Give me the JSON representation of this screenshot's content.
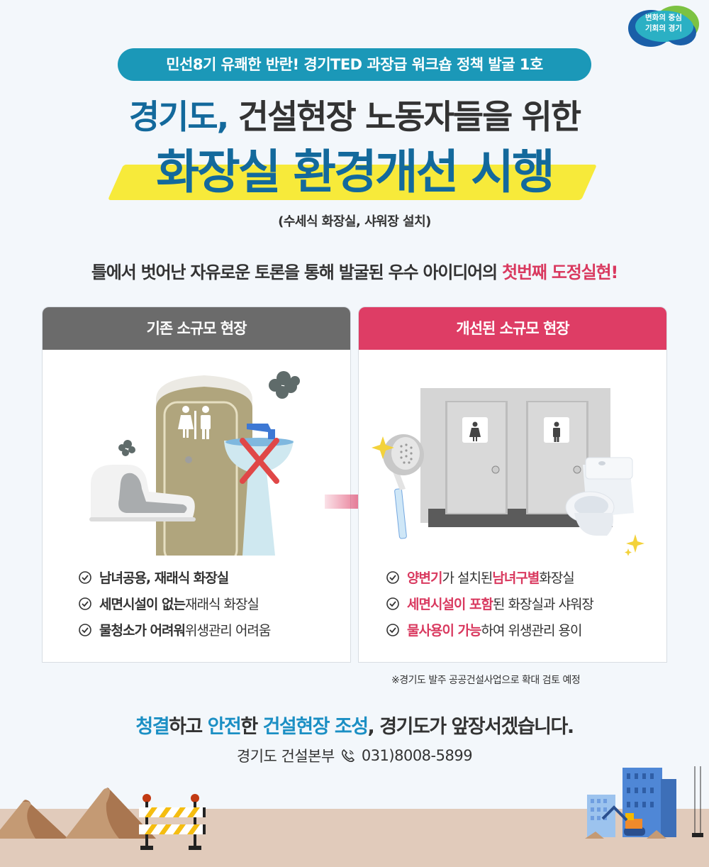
{
  "logo": {
    "line1": "변화의 중심",
    "line2": "기회의 경기",
    "colors": [
      "#1a5fa8",
      "#2bb0c4",
      "#7cc242"
    ]
  },
  "header": {
    "pill_text": "민선8기 유쾌한 반란! 경기TED 과장급 워크숍 정책 발굴 1호",
    "title_line1_blue": "경기도,",
    "title_line1_rest": " 건설현장 노동자들을 위한",
    "title_line2": "화장실 환경개선 시행",
    "subtitle": "(수세식 화장실, 샤워장 설치)"
  },
  "tagline": {
    "normal": "틀에서 벗어난 자유로운 토론을 통해 발굴된 우수 아이디어의 ",
    "highlight": "첫번째 도정실현!"
  },
  "cards": {
    "before": {
      "title": "기존 소규모 현장",
      "items": [
        {
          "bold": "남녀공용, 재래식 화장실",
          "normal": ""
        },
        {
          "bold": "세면시설이 없는",
          "normal": " 재래식 화장실"
        },
        {
          "bold": "물청소가 어려워",
          "normal": " 위생관리 어려움"
        }
      ]
    },
    "after": {
      "title": "개선된 소규모 현장",
      "items": [
        {
          "pink1": "양변기",
          "normal1": "가 설치된 ",
          "pink2": "남녀구별",
          "normal2": " 화장실"
        },
        {
          "pink1": "세면시설이 포함",
          "normal1": "된 화장실과 샤워장",
          "pink2": "",
          "normal2": ""
        },
        {
          "pink1": "물사용이 가능",
          "normal1": "하여 위생관리 용이",
          "pink2": "",
          "normal2": ""
        }
      ]
    }
  },
  "note": "※경기도 발주 공공건설사업으로 확대 검토 예정",
  "closing": {
    "blue1": "청결",
    "text1": "하고 ",
    "blue2": "안전",
    "text2": "한 ",
    "blue3": "건설현장 조성",
    "text3": ", 경기도가 앞장서겠습니다."
  },
  "contact": {
    "department": "경기도 건설본부",
    "phone": "031)8008-5899",
    "icon": "phone-icon"
  },
  "colors": {
    "background": "#f3f7fb",
    "pill": "#1b98b8",
    "title_blue": "#13699c",
    "highlight_yellow": "#f7ea3a",
    "accent_pink": "#de3d65",
    "gray_header": "#6b6b6b",
    "ground": "#e1cbbb"
  }
}
